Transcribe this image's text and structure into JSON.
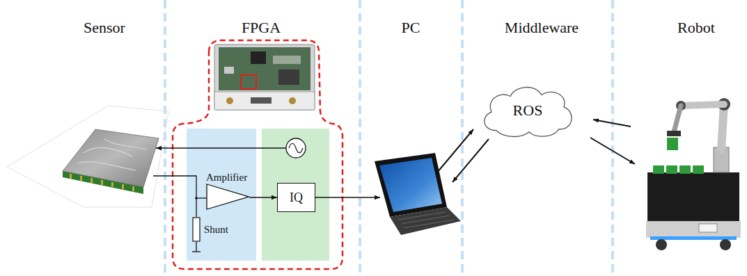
{
  "diagram": {
    "nodes": [
      {
        "text": [
          "Amplifier"
        ]
      },
      {
        "text": [
          "Shunt"
        ]
      },
      {
        "text": [
          "IQ"
        ]
      },
      {
        "text": [
          "ROS"
        ]
      }
    ],
    "edges": [
      {
        "from": 0,
        "to": 2,
        "arrow": "to"
      }
    ],
    "labels": [
      "Sensor",
      "FPGA",
      "PC",
      "Middleware",
      "Robot"
    ]
  }
}
